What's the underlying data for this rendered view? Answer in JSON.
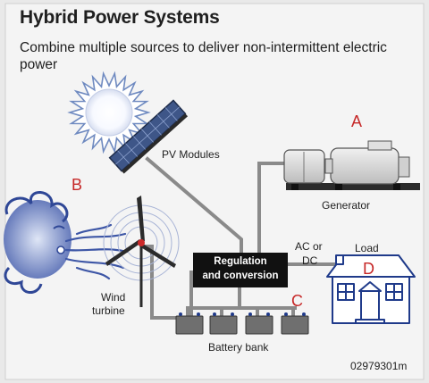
{
  "title": "Hybrid Power Systems",
  "subtitle": "Combine multiple sources to deliver non-intermittent electric power",
  "labels": {
    "pv": "PV Modules",
    "generator": "Generator",
    "wind_line1": "Wind",
    "wind_line2": "turbine",
    "regulation_line1": "Regulation",
    "regulation_line2": "and conversion",
    "acdc_line1": "AC or",
    "acdc_line2": "DC",
    "load": "Load",
    "battery": "Battery bank"
  },
  "markers": {
    "a": "A",
    "b": "B",
    "c": "C",
    "d": "D"
  },
  "figure_code": "02979301m",
  "colors": {
    "background": "#e9e9e9",
    "panel": "#f4f4f4",
    "wire": "#8a8a8a",
    "regulation_box": "#111111",
    "marker": "#c62828",
    "wind": "#3d56a6",
    "sun": "#6f8ac0"
  },
  "icons": [
    "sun-icon",
    "pv-panel-icon",
    "generator-icon",
    "wind-face-icon",
    "wind-turbine-icon",
    "house-icon",
    "battery-icon"
  ]
}
